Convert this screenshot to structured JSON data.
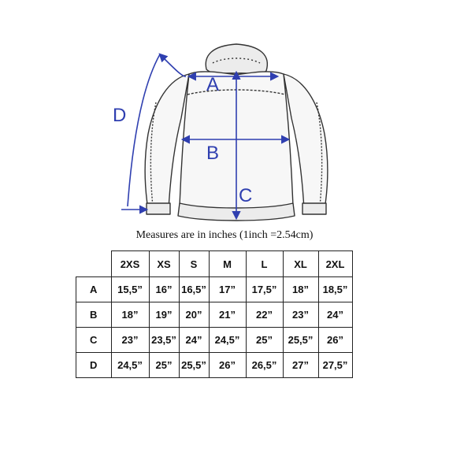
{
  "diagram": {
    "measure_labels": {
      "a": "A",
      "b": "B",
      "c": "C",
      "d": "D"
    },
    "line_color": "#2f3fb0",
    "sketch_color": "#333333"
  },
  "caption": "Measures are in inches (1inch =2.54cm)",
  "table": {
    "columns": [
      "2XS",
      "XS",
      "S",
      "M",
      "L",
      "XL",
      "2XL"
    ],
    "rows": [
      {
        "label": "A",
        "values": [
          "15,5”",
          "16”",
          "16,5”",
          "17”",
          "17,5”",
          "18”",
          "18,5”"
        ]
      },
      {
        "label": "B",
        "values": [
          "18”",
          "19”",
          "20”",
          "21”",
          "22”",
          "23”",
          "24”"
        ]
      },
      {
        "label": "C",
        "values": [
          "23”",
          "23,5”",
          "24”",
          "24,5”",
          "25”",
          "25,5”",
          "26”"
        ]
      },
      {
        "label": "D",
        "values": [
          "24,5”",
          "25”",
          "25,5”",
          "26”",
          "26,5”",
          "27”",
          "27,5”"
        ]
      }
    ]
  }
}
